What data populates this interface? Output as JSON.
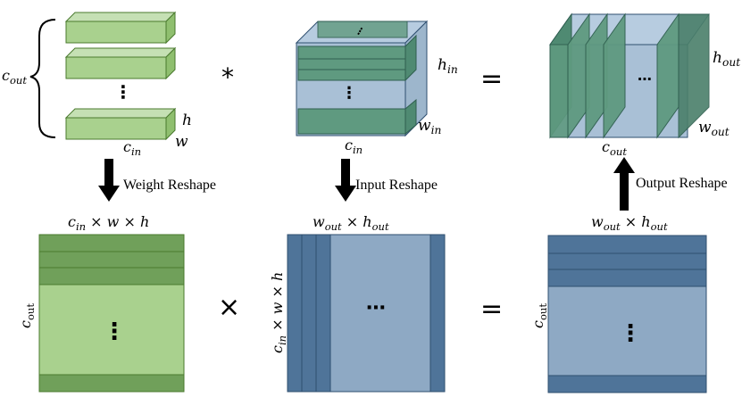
{
  "colors": {
    "green_light": "#a9d18e",
    "green_dark": "#70a05a",
    "teal_front": "#5f9a80",
    "teal_dark": "#3f7a68",
    "blue_light": "#8ea9c4",
    "blue_dark": "#4f7499",
    "blue_box": "#9db6cc",
    "stroke_green": "#4a7a2e",
    "stroke_blue": "#2f4f6f"
  },
  "labels": {
    "c": "c",
    "out": "out",
    "in": "in",
    "h": "h",
    "w": "w",
    "times": "×",
    "c_out_text": "out"
  },
  "operators": {
    "conv": "*",
    "equals": "=",
    "matmul": "×",
    "equals2": "="
  },
  "arrows": {
    "weight": "Weight Reshape",
    "input": "Input Reshape",
    "output": "Output Reshape"
  },
  "ellipsis": {
    "vertical": "⋮",
    "horizontal": "⋯"
  }
}
